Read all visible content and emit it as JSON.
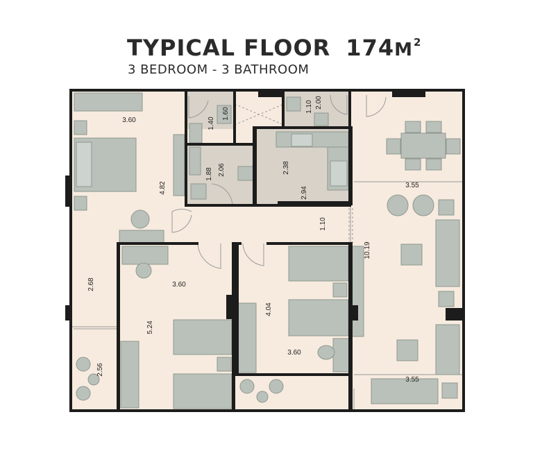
{
  "title": {
    "main": "TYPICAL FLOOR",
    "area_value": "174",
    "area_unit": "M",
    "area_sup": "2"
  },
  "subtitle": "3 BEDROOM - 3 BATHROOM",
  "dimensions": {
    "master_width": "3.60",
    "master_length": "4.82",
    "bath1_a": "1.40",
    "bath1_b": "1.60",
    "bath2_a": "1.88",
    "bath2_b": "2.06",
    "kitchen_a": "2.38",
    "kitchen_b": "2.94",
    "laundry_a": "1.10",
    "laundry_b": "2.00",
    "corridor": "1.10",
    "living_width_top": "3.55",
    "living_length": "10.19",
    "living_width_bottom": "3.55",
    "dressing": "2.68",
    "balcony_left": "2.56",
    "bed2_width": "3.60",
    "bed2_length": "5.24",
    "bed3_length": "4.04",
    "bed3_width": "3.60"
  },
  "colors": {
    "floor": "#f7ebdf",
    "wet_area": "#d8d2c9",
    "wall": "#1c1c1c",
    "furniture": "#b9c1ba",
    "furniture_stroke": "#8e978f"
  }
}
